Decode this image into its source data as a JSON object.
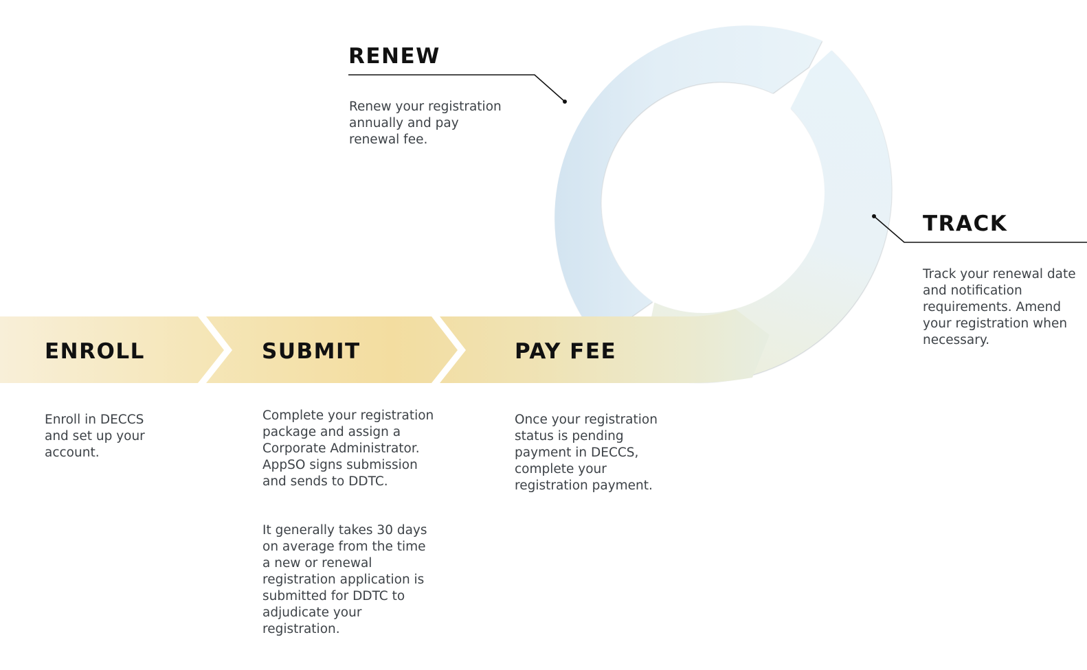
{
  "diagram": {
    "type": "process-cycle",
    "colors": {
      "arrow_gold_light": "#f8efd6",
      "arrow_gold_mid": "#f3dea0",
      "arrow_fade": "#e8efe8",
      "ring_blue_dark": "#cfe1ef",
      "ring_blue_light": "#e9f3f8",
      "leader_line": "#111111",
      "title_text": "#111111",
      "body_text": "#3d4247"
    },
    "steps": [
      {
        "id": "enroll",
        "title": "ENROLL",
        "description": "Enroll in DECCS\nand set up your\naccount."
      },
      {
        "id": "submit",
        "title": "SUBMIT",
        "description": "Complete your registration\npackage and assign a\nCorporate Administrator.\nAppSO signs submission\nand sends to DDTC.",
        "note": "It generally takes 30 days\non average from the time\na new or renewal\nregistration application is\nsubmitted for DDTC to\nadjudicate your\nregistration."
      },
      {
        "id": "pay-fee",
        "title": "PAY FEE",
        "description": "Once your registration\nstatus is pending\npayment in DECCS,\ncomplete your\nregistration payment."
      },
      {
        "id": "track",
        "title": "TRACK",
        "description": "Track your renewal date\nand notification\nrequirements. Amend\nyour registration when\nnecessary."
      },
      {
        "id": "renew",
        "title": "RENEW",
        "description": "Renew your registration\nannually and pay\nrenewal fee."
      }
    ]
  }
}
